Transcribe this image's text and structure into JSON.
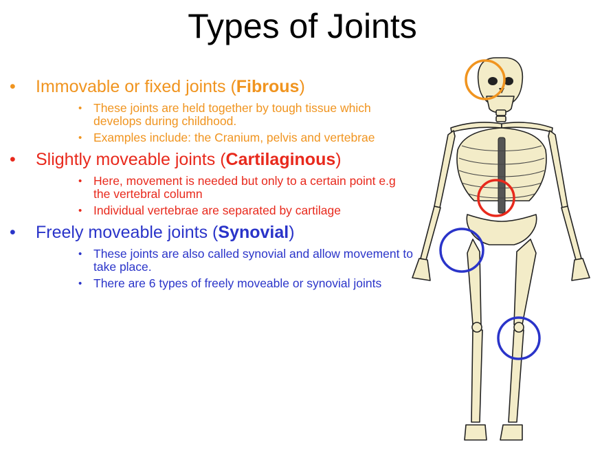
{
  "title": "Types of Joints",
  "sections": [
    {
      "color": "#f0941f",
      "heading_pre": "Immovable or fixed joints (",
      "heading_bold": "Fibrous",
      "heading_post": ")",
      "points": [
        "These joints are held together by tough tissue which develops during childhood.",
        "Examples include: the Cranium, pelvis and vertebrae"
      ]
    },
    {
      "color": "#e8291c",
      "heading_pre": "Slightly moveable joints (",
      "heading_bold": "Cartilaginous",
      "heading_post": ")",
      "points": [
        "Here, movement is needed but only to a certain point e.g the vertebral column",
        "Individual vertebrae are separated by cartilage"
      ]
    },
    {
      "color": "#2a34c9",
      "heading_pre": "Freely moveable joints (",
      "heading_bold": "Synovial",
      "heading_post": ")",
      "points": [
        "These joints are also called synovial and allow movement to take place.",
        "There are 6 types of freely moveable or synovial joints"
      ]
    }
  ],
  "bullet": "•",
  "image": {
    "icon": "skeleton-illustration",
    "highlight_colors": [
      "#f0941f",
      "#e8291c",
      "#2a34c9",
      "#2a34c9"
    ]
  }
}
